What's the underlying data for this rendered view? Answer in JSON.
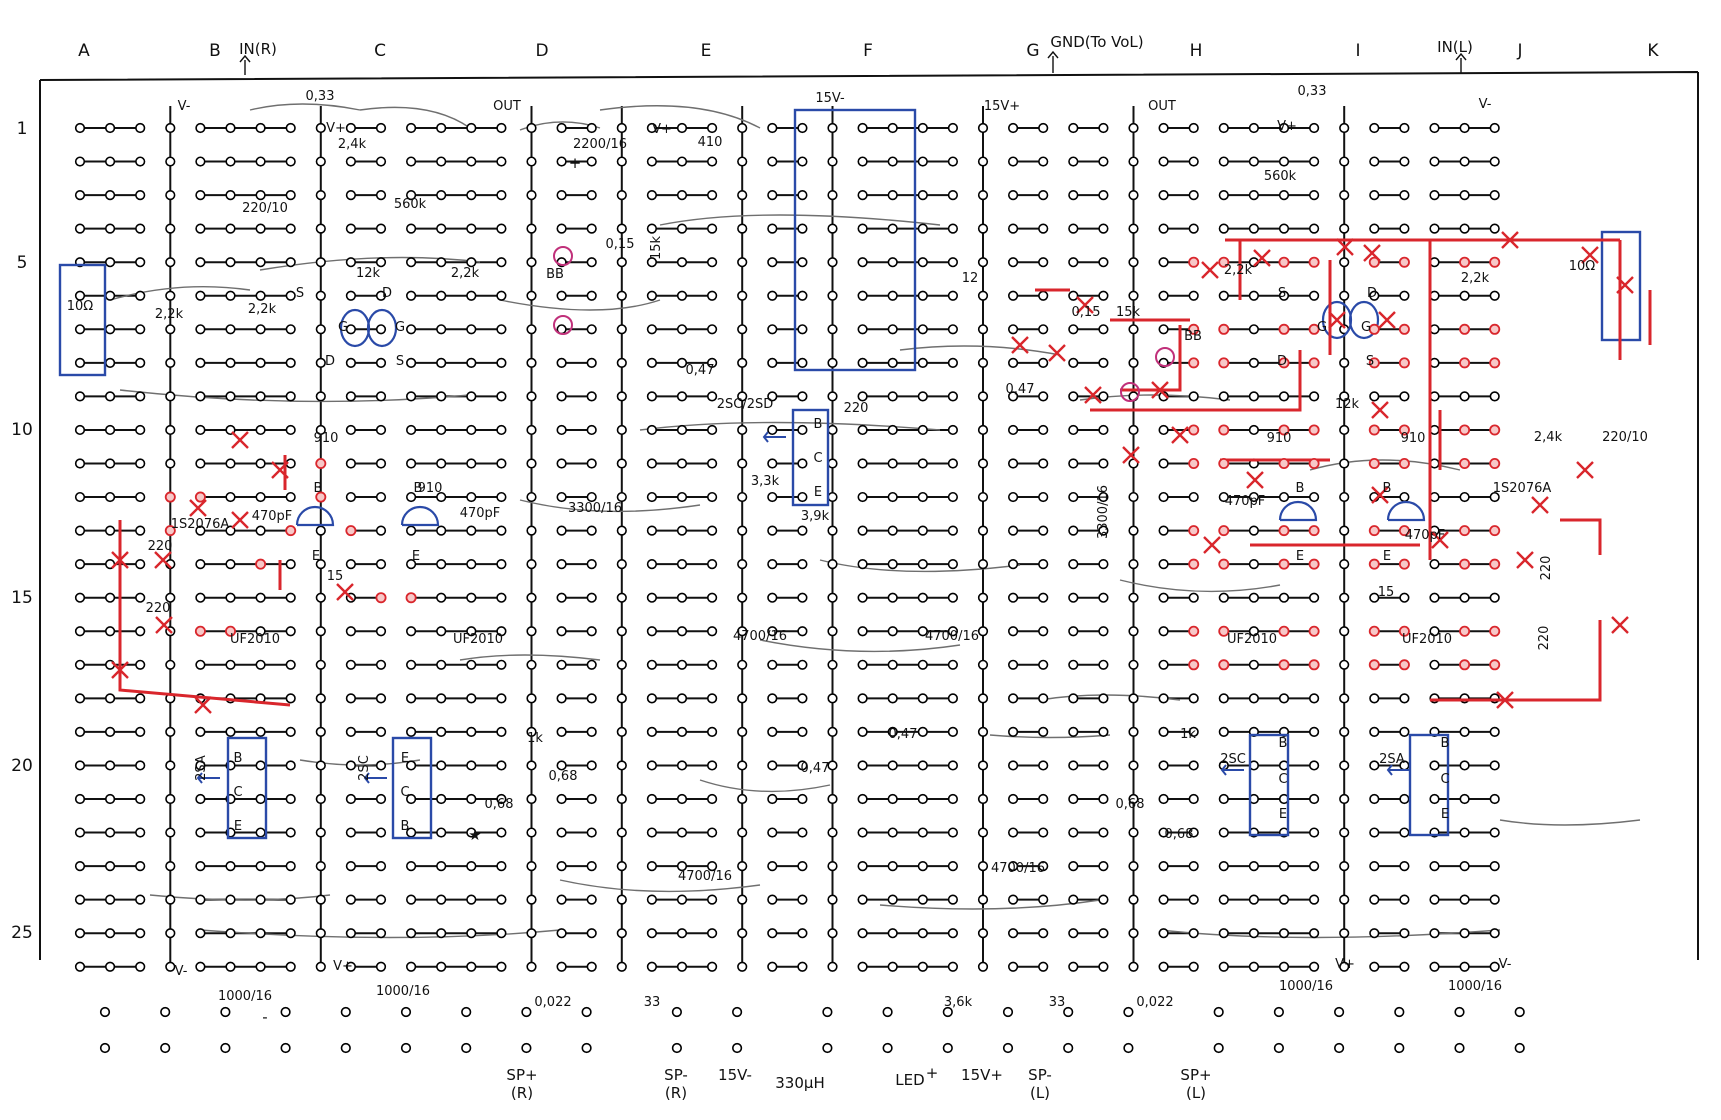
{
  "columns": [
    "A",
    "B",
    "C",
    "D",
    "E",
    "F",
    "G",
    "H",
    "I",
    "J",
    "K"
  ],
  "rows": [
    "1",
    "5",
    "10",
    "15",
    "20",
    "25"
  ],
  "top_labels": {
    "in_r": "IN(R)",
    "in_l": "IN(L)",
    "gnd": "GND(To VoL)"
  },
  "rail_labels": [
    "V-",
    "V+",
    "OUT",
    "V+",
    "15V-",
    "15V+",
    "OUT",
    "V+",
    "V-",
    "V-",
    "V+",
    "V+",
    "V-"
  ],
  "component_values": [
    "0,33",
    "2,4k",
    "220/10",
    "560k",
    "12k",
    "2,2k",
    "2,2k",
    "2,2k",
    "10Ω",
    "0,15",
    "15k",
    "2200/16",
    "410",
    "0,47",
    "2SC/2SD",
    "3,3k",
    "3,9k",
    "220",
    "12",
    "0,47",
    "910",
    "910",
    "470pF",
    "470pF",
    "3300/16",
    "3300/16",
    "1S2076A",
    "220",
    "220",
    "15",
    "UF2010",
    "UF2010",
    "4700/16",
    "4700/16",
    "0,47",
    "0,47",
    "1k",
    "1k",
    "0,68",
    "0,68",
    "0,68",
    "0,68",
    "2SA",
    "2SC",
    "4700/16",
    "4700/16",
    "1000/16",
    "1000/16",
    "0,022",
    "33",
    "3,6k",
    "33",
    "0,022",
    "0,33",
    "560k",
    "2,2k",
    "2,2k",
    "12k",
    "910",
    "910",
    "470pF",
    "470pF",
    "220/10",
    "2,4k",
    "1S2076A",
    "220",
    "220",
    "UF2010",
    "UF2010",
    "2SC",
    "2SA",
    "1000/16",
    "1000/16",
    "15",
    "10Ω",
    "BB",
    "BB",
    "0,15",
    "15k"
  ],
  "pin_labels": [
    "S",
    "D",
    "G",
    "G",
    "D",
    "S",
    "B",
    "E",
    "B",
    "E",
    "B",
    "C",
    "E",
    "B",
    "C",
    "E",
    "E",
    "C",
    "B",
    "S",
    "D",
    "G",
    "G",
    "D",
    "S",
    "B",
    "E",
    "B",
    "E",
    "B",
    "C",
    "E",
    "B",
    "C",
    "E"
  ],
  "bottom_labels": [
    "SP+",
    "(R)",
    "SP-",
    "(R)",
    "15V-",
    "330μH",
    "LED",
    "15V+",
    "SP-",
    "(L)",
    "SP+",
    "(L)"
  ],
  "marks": [
    "+",
    "-",
    "+",
    "★"
  ],
  "colors": {
    "ink": "#111111",
    "wire": "#6f6f6f",
    "ic": "#2a4aa8",
    "mod": "#d9262c",
    "hole": "#000000"
  }
}
